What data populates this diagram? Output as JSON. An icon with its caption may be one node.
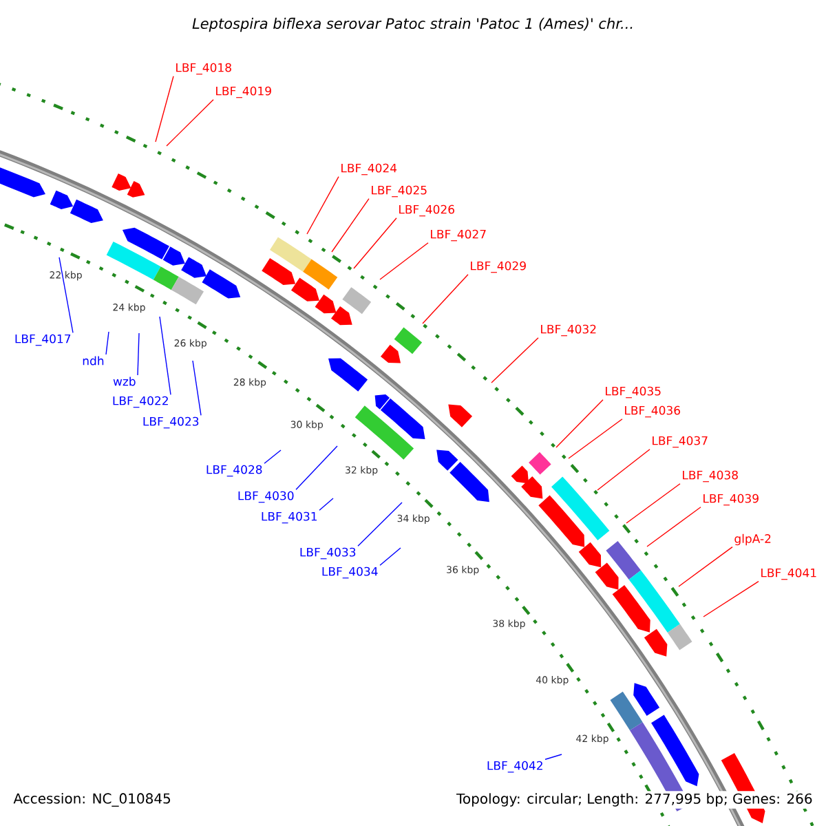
{
  "diagram": {
    "title": "*Leptospira biflexa* serovar Patoc strain 'Patoc 1 (Ames)' chr...",
    "nodes": [
      {
        "text": [
          "LBF_4018"
        ]
      },
      {
        "text": [
          "LBF_4019"
        ]
      },
      {
        "text": [
          "LBF_4024"
        ]
      },
      {
        "text": [
          "LBF_4025"
        ]
      },
      {
        "text": [
          "LBF_4026"
        ]
      },
      {
        "text": [
          "LBF_4027"
        ]
      },
      {
        "text": [
          "LBF_4029"
        ]
      },
      {
        "text": [
          "LBF_4032"
        ]
      },
      {
        "text": [
          "LBF_4035"
        ]
      },
      {
        "text": [
          "LBF_4036"
        ]
      },
      {
        "text": [
          "LBF_4037"
        ]
      },
      {
        "text": [
          "LBF_4038"
        ]
      },
      {
        "text": [
          "LBF_4039"
        ]
      },
      {
        "text": [
          "glpA-2"
        ]
      },
      {
        "text": [
          "LBF_4041"
        ]
      },
      {
        "text": [
          "LBF_4017"
        ]
      },
      {
        "text": [
          "ndh"
        ]
      },
      {
        "text": [
          "wzb"
        ]
      },
      {
        "text": [
          "LBF_4022"
        ]
      },
      {
        "text": [
          "LBF_4023"
        ]
      },
      {
        "text": [
          "LBF_4028"
        ]
      },
      {
        "text": [
          "LBF_4030"
        ]
      },
      {
        "text": [
          "LBF_4031"
        ]
      },
      {
        "text": [
          "LBF_4033"
        ]
      },
      {
        "text": [
          "LBF_4034"
        ]
      },
      {
        "text": [
          "LBF_4042"
        ]
      }
    ],
    "edges": [
      {
        "from": 0,
        "to": null,
        "arrow": "none"
      },
      {
        "from": 1,
        "to": null,
        "arrow": "none"
      },
      {
        "from": 2,
        "to": null,
        "arrow": "none"
      },
      {
        "from": 3,
        "to": null,
        "arrow": "none"
      },
      {
        "from": 4,
        "to": null,
        "arrow": "none"
      },
      {
        "from": 5,
        "to": null,
        "arrow": "none"
      },
      {
        "from": 6,
        "to": null,
        "arrow": "none"
      },
      {
        "from": 7,
        "to": null,
        "arrow": "none"
      },
      {
        "from": 8,
        "to": null,
        "arrow": "none"
      },
      {
        "from": 9,
        "to": null,
        "arrow": "none"
      },
      {
        "from": 10,
        "to": null,
        "arrow": "none"
      },
      {
        "from": 11,
        "to": null,
        "arrow": "none"
      },
      {
        "from": 12,
        "to": null,
        "arrow": "none"
      },
      {
        "from": 13,
        "to": null,
        "arrow": "none"
      },
      {
        "from": 14,
        "to": null,
        "arrow": "none"
      },
      {
        "from": 15,
        "to": null,
        "arrow": "none",
        "color": "#0000ff"
      },
      {
        "from": 16,
        "to": null,
        "arrow": "none",
        "color": "#0000ff"
      },
      {
        "from": 17,
        "to": null,
        "arrow": "none",
        "color": "#0000ff"
      },
      {
        "from": 18,
        "to": null,
        "arrow": "none",
        "color": "#0000ff"
      },
      {
        "from": 19,
        "to": null,
        "arrow": "none",
        "color": "#0000ff"
      },
      {
        "from": 20,
        "to": null,
        "arrow": "none",
        "color": "#0000ff"
      },
      {
        "from": 21,
        "to": null,
        "arrow": "none",
        "color": "#0000ff"
      },
      {
        "from": 22,
        "to": null,
        "arrow": "none",
        "color": "#0000ff"
      },
      {
        "from": 23,
        "to": null,
        "arrow": "none",
        "color": "#0000ff"
      },
      {
        "from": 24,
        "to": null,
        "arrow": "none",
        "color": "#0000ff"
      },
      {
        "from": 25,
        "to": null,
        "arrow": "none",
        "color": "#0000ff"
      }
    ],
    "labels": [
      "22 kbp",
      "24 kbp",
      "26 kbp",
      "28 kbp",
      "30 kbp",
      "32 kbp",
      "34 kbp",
      "36 kbp",
      "38 kbp",
      "40 kbp",
      "42 kbp",
      "Accession: NC_010845",
      "Topology: circular; Length: 277,995 bp; Genes: 266"
    ]
  }
}
